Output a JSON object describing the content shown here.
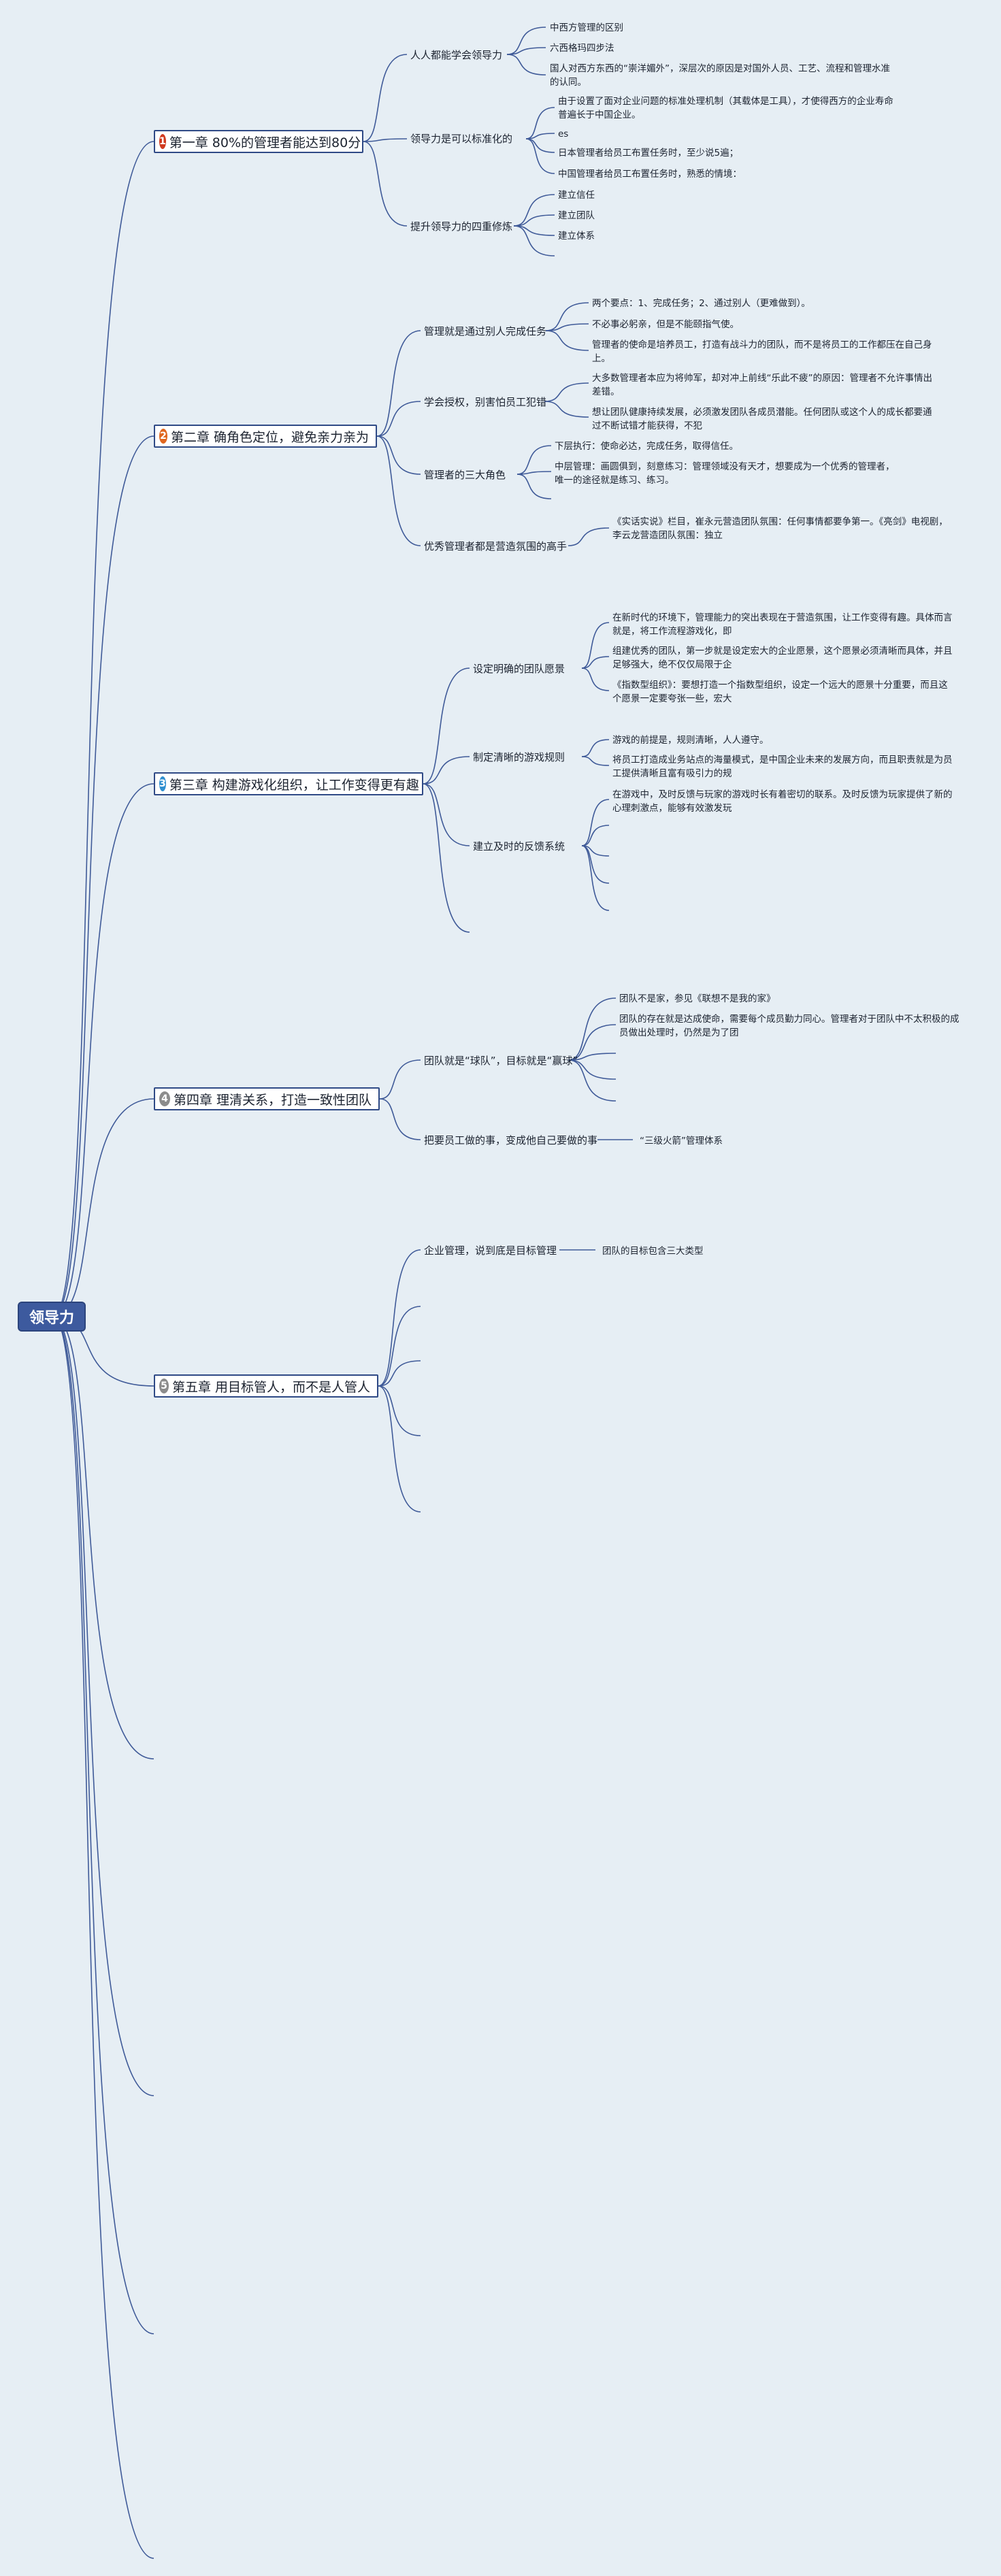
{
  "root": {
    "label": "领导力"
  },
  "colors": {
    "line": "#3f5a98",
    "root_fill": "#3d5a9e"
  },
  "chapters": [
    {
      "label": "第一章 80%的管理者能达到80分",
      "num": "1",
      "badge_color": "#d03a1f",
      "topics": [
        {
          "label": "人人都能学会领导力",
          "notes": [
            "中西方管理的区别",
            "六西格玛四步法",
            "国人对西方东西的“崇洋媚外”，深层次的原因是对国外人员、工艺、流程和管理水准的认同。"
          ]
        },
        {
          "label": "领导力是可以标准化的",
          "notes": [
            "由于设置了面对企业问题的标准处理机制（其载体是工具），才使得西方的企业寿命普遍长于中国企业。",
            "es",
            "日本管理者给员工布置任务时，至少说5遍；",
            "中国管理者给员工布置任务时，熟悉的情境："
          ]
        },
        {
          "label": "提升领导力的四重修炼",
          "notes": [
            "建立信任",
            "建立团队",
            "建立体系",
            ""
          ]
        }
      ]
    },
    {
      "label": "第二章 确角色定位，避免亲力亲为",
      "num": "2",
      "badge_color": "#e0661e",
      "topics": [
        {
          "label": "管理就是通过别人完成任务",
          "notes": [
            "两个要点：1、完成任务；2、通过别人（更难做到）。",
            "不必事必躬亲，但是不能颐指气使。",
            "管理者的使命是培养员工，打造有战斗力的团队，而不是将员工的工作都压在自己身上。"
          ]
        },
        {
          "label": "学会授权，别害怕员工犯错",
          "notes": [
            "大多数管理者本应为将帅军，却对冲上前线“乐此不疲”的原因：管理者不允许事情出差错。",
            "想让团队健康持续发展，必须激发团队各成员潜能。任何团队或这个人的成长都要通过不断试错才能获得，不犯"
          ]
        },
        {
          "label": "管理者的三大角色",
          "notes": [
            "下层执行：使命必达，完成任务，取得信任。",
            "中层管理：画圆俱到，刻意练习：管理领域没有天才，想要成为一个优秀的管理者，唯一的途径就是练习、练习。",
            ""
          ]
        },
        {
          "label": "优秀管理者都是营造氛围的高手",
          "notes": [
            "《实话实说》栏目，崔永元营造团队氛围：任何事情都要争第一。《亮剑》电视剧，李云龙营造团队氛围：独立"
          ]
        }
      ]
    },
    {
      "label": "第三章 构建游戏化组织，让工作变得更有趣",
      "num": "3",
      "badge_color": "#2f8fd0",
      "topics": [
        {
          "label": "设定明确的团队愿景",
          "notes": [
            "在新时代的环境下，管理能力的突出表现在于营造氛围，让工作变得有趣。具体而言就是，将工作流程游戏化，即",
            "组建优秀的团队，第一步就是设定宏大的企业愿景，这个愿景必须清晰而具体，并且足够强大，绝不仅仅局限于企",
            "《指数型组织》：要想打造一个指数型组织，设定一个远大的愿景十分重要，而且这个愿景一定要夸张一些，宏大"
          ]
        },
        {
          "label": "制定清晰的游戏规则",
          "notes": [
            "游戏的前提是，规则清晰，人人遵守。",
            "将员工打造成业务站点的海量模式，是中国企业未来的发展方向，而且职责就是为员工提供清晰且富有吸引力的规"
          ]
        },
        {
          "label": "建立及时的反馈系统",
          "notes": [
            "在游戏中，及时反馈与玩家的游戏时长有着密切的联系。及时反馈为玩家提供了新的心理刺激点，能够有效激发玩",
            "",
            "",
            "",
            ""
          ]
        },
        {
          "label": "",
          "notes": []
        }
      ]
    },
    {
      "label": "第四章 理清关系，打造一致性团队",
      "num": "4",
      "badge_color": "#8c8c8c",
      "topics": [
        {
          "label": "团队就是“球队”，目标就是“赢球”",
          "notes": [
            "团队不是家，参见《联想不是我的家》",
            "团队的存在就是达成使命，需要每个成员勤力同心。管理者对于团队中不太积极的成员做出处理时，仍然是为了团",
            "",
            "",
            ""
          ]
        },
        {
          "label": "把要员工做的事，变成他自己要做的事",
          "notes": [
            "“三级火箭”管理体系"
          ]
        }
      ]
    },
    {
      "label": "第五章 用目标管人，而不是人管人",
      "num": "5",
      "badge_color": "#8c8c8c",
      "topics": [
        {
          "label": "企业管理，说到底是目标管理",
          "notes": [
            "团队的目标包含三大类型"
          ]
        },
        {
          "label": "",
          "notes": []
        },
        {
          "label": "",
          "notes": []
        },
        {
          "label": "",
          "notes": []
        },
        {
          "label": "",
          "notes": []
        }
      ]
    },
    {
      "label": "",
      "topics": []
    },
    {
      "label": "",
      "topics": []
    },
    {
      "label": "",
      "topics": []
    },
    {
      "label": "",
      "topics": []
    }
  ]
}
